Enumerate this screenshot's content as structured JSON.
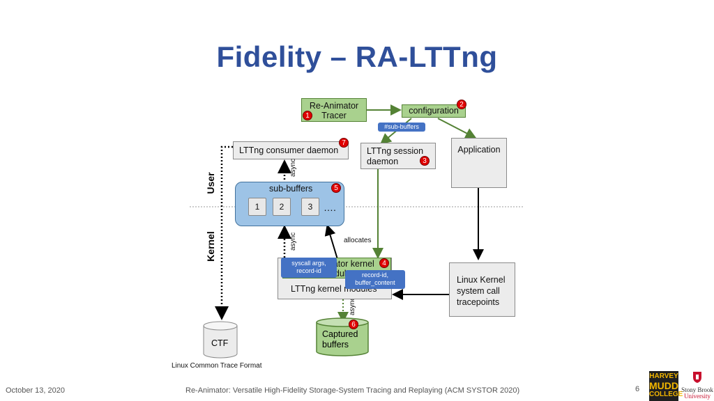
{
  "slide": {
    "title": "Fidelity – RA-LTTng",
    "date": "October 13, 2020",
    "footer": "Re-Animator: Versatile High-Fidelity Storage-System Tracing and Replaying  (ACM SYSTOR 2020)",
    "page_number": "6",
    "logo_hmc_lines": [
      "HARVEY",
      "MUDD",
      "COLLEGE"
    ],
    "logo_sbu_lines": [
      "Stony Brook",
      "University"
    ]
  },
  "diagram": {
    "tracer": "Re-Animator Tracer",
    "tracer_lines": [
      "Re-Animator",
      "Tracer"
    ],
    "configuration": "configuration",
    "sub_buffers_tag": "#sub-buffers",
    "application": "Application",
    "consumer_daemon": "LTTng consumer daemon",
    "session_daemon_lines": [
      "LTTng session",
      "daemon"
    ],
    "sub_buffers": "sub-buffers",
    "cells": [
      "1",
      "2",
      "3"
    ],
    "ellipsis": "….",
    "user_label": "User",
    "kernel_label": "Kernel",
    "async": "async",
    "allocates": "allocates",
    "kernel_module_lines": [
      "Re-Animator kernel",
      "module"
    ],
    "kernel_modules": "LTTng kernel modules",
    "syscall_tag_lines": [
      "syscall args,",
      "record-id"
    ],
    "record_tag_lines": [
      "record-id,",
      "buffer_content"
    ],
    "tracepoints_lines": [
      "Linux Kernel",
      "system call",
      "tracepoints"
    ],
    "captured_lines": [
      "Captured",
      "buffers"
    ],
    "ctf": "CTF",
    "ctf_caption": "Linux Common Trace Format",
    "badges": [
      "1",
      "2",
      "3",
      "4",
      "5",
      "6",
      "7"
    ]
  }
}
